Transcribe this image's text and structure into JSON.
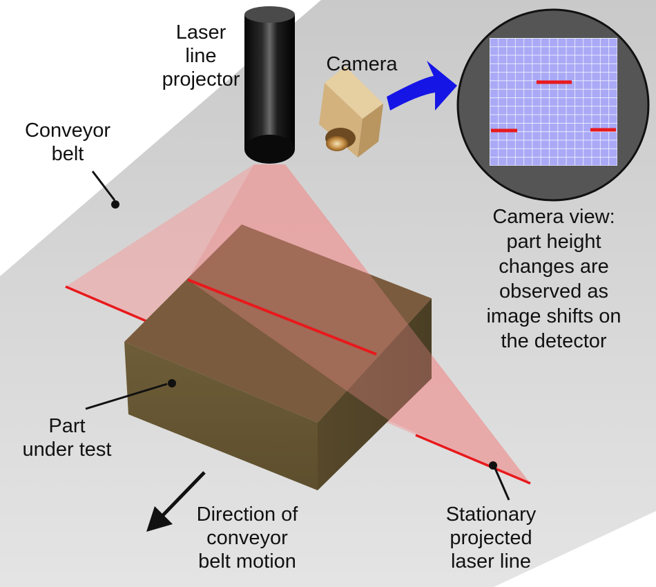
{
  "labels": {
    "laser_projector": [
      "Laser",
      "line",
      "projector"
    ],
    "camera": "Camera",
    "conveyor_belt": [
      "Conveyor",
      "belt"
    ],
    "camera_view": [
      "Camera view:",
      "part height",
      "changes are",
      "observed as",
      "image shifts on",
      "the detector"
    ],
    "part": [
      "Part",
      "under test"
    ],
    "direction": [
      "Direction of",
      "conveyor",
      "belt motion"
    ],
    "laser_line": [
      "Stationary",
      "projected",
      "laser line"
    ]
  },
  "colors": {
    "belt": "#d6d6d6",
    "laser": "#e8191c",
    "laser_sheet": "#f2b5b5",
    "part_front": "#6b5a36",
    "part_top": "#7a5a3c",
    "detector_grid": "#a9a9f6",
    "arrow_blue": "#1515e6"
  }
}
